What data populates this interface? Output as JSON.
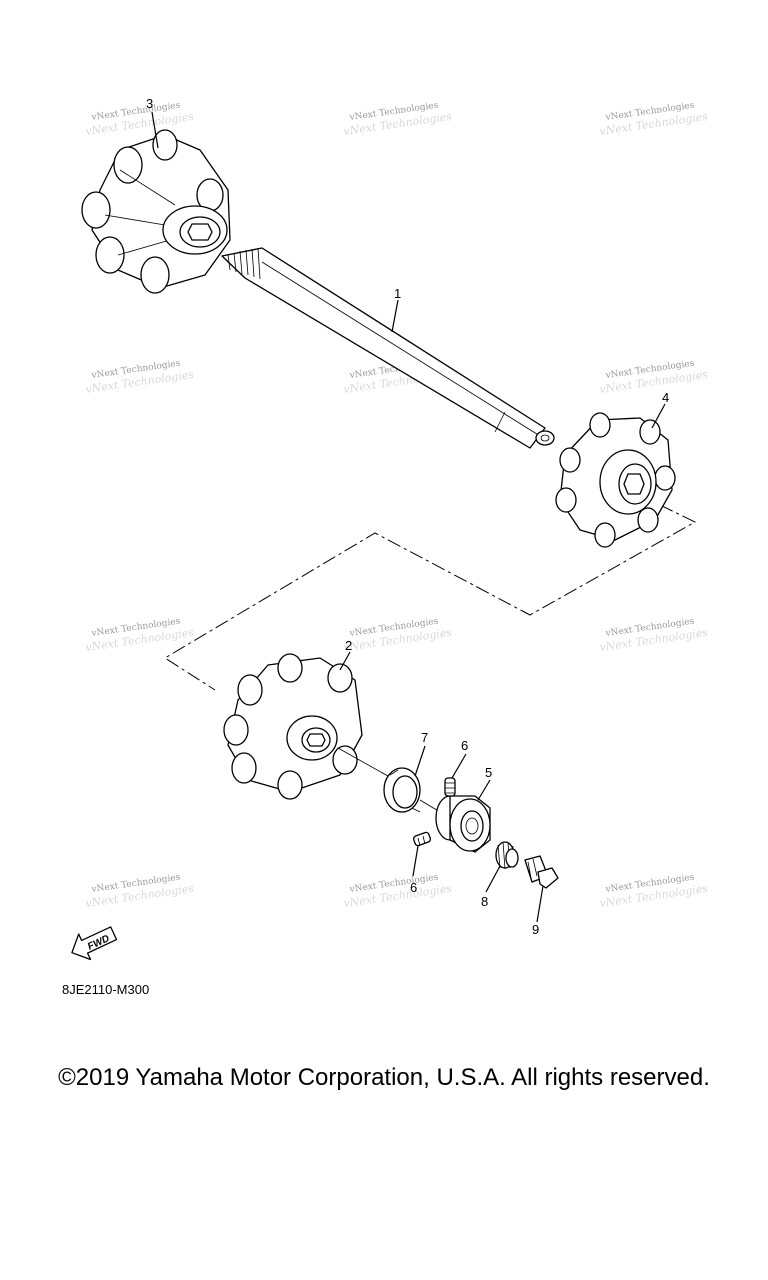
{
  "callouts": {
    "p1": "1",
    "p2": "2",
    "p3": "3",
    "p4": "4",
    "p5": "5",
    "p6a": "6",
    "p6b": "6",
    "p7": "7",
    "p8": "8",
    "p9": "9"
  },
  "watermark": {
    "text": "vNext Technologies"
  },
  "fwd_label": "FWD",
  "diagram_code": "8JE2110-M300",
  "copyright": "©2019 Yamaha Motor Corporation, U.S.A. All rights reserved."
}
